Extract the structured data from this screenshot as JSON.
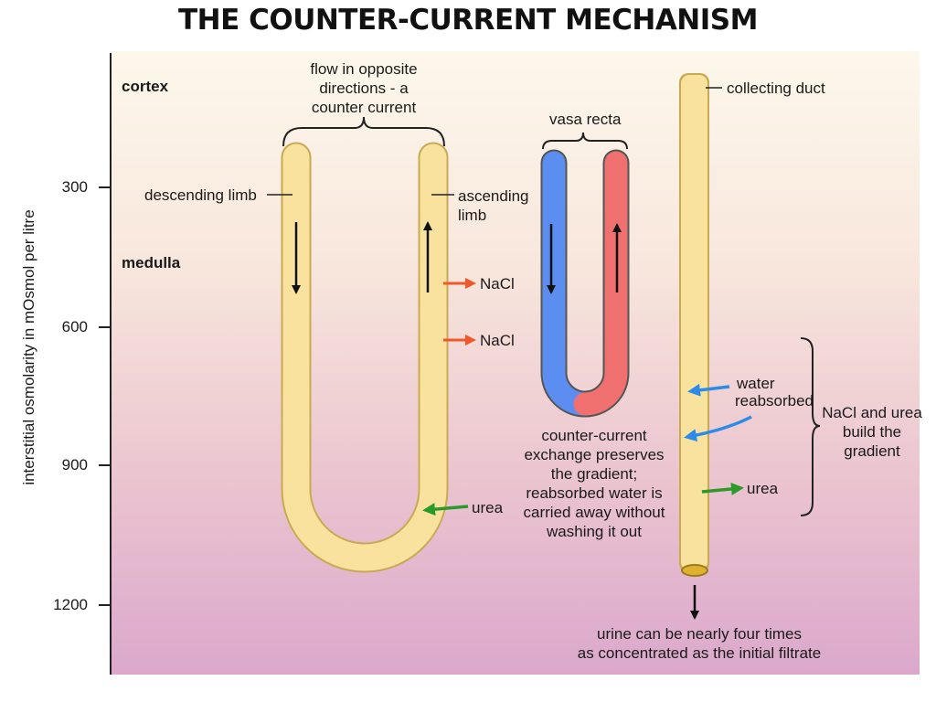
{
  "title": "THE COUNTER-CURRENT MECHANISM",
  "y_axis": {
    "label": "interstitial osmolarity in mOsmol per litre",
    "ticks": [
      "300",
      "600",
      "900",
      "1200"
    ]
  },
  "regions": {
    "cortex": "cortex",
    "medulla": "medulla"
  },
  "loop": {
    "flow_note": [
      "flow in opposite",
      "directions - a",
      "counter current"
    ],
    "descending_label": "descending limb",
    "ascending_label": [
      "ascending",
      "limb"
    ],
    "nacl_label_1": "NaCl",
    "nacl_label_2": "NaCl",
    "urea_label": "urea"
  },
  "vasa_recta": {
    "label": "vasa recta",
    "note": [
      "counter-current",
      "exchange preserves",
      "the gradient;",
      "reabsorbed water is",
      "carried away without",
      "washing it out"
    ]
  },
  "collecting_duct": {
    "label": "collecting duct",
    "water_label": [
      "water",
      "reabsorbed"
    ],
    "urea_label": "urea",
    "gradient_note": [
      "NaCl and urea",
      "build the",
      "gradient"
    ],
    "urine_note": [
      "urine can be nearly four times",
      "as concentrated as the initial filtrate"
    ]
  },
  "colors": {
    "tubule": "#f8e29d",
    "tubule_outline": "#c9aa52",
    "descending_vessel": "#5b8ef0",
    "ascending_vessel": "#f07070",
    "nacl_arrow": "#f0582a",
    "urea_arrow": "#2b9a2b",
    "water_arrow": "#2c8be8"
  }
}
